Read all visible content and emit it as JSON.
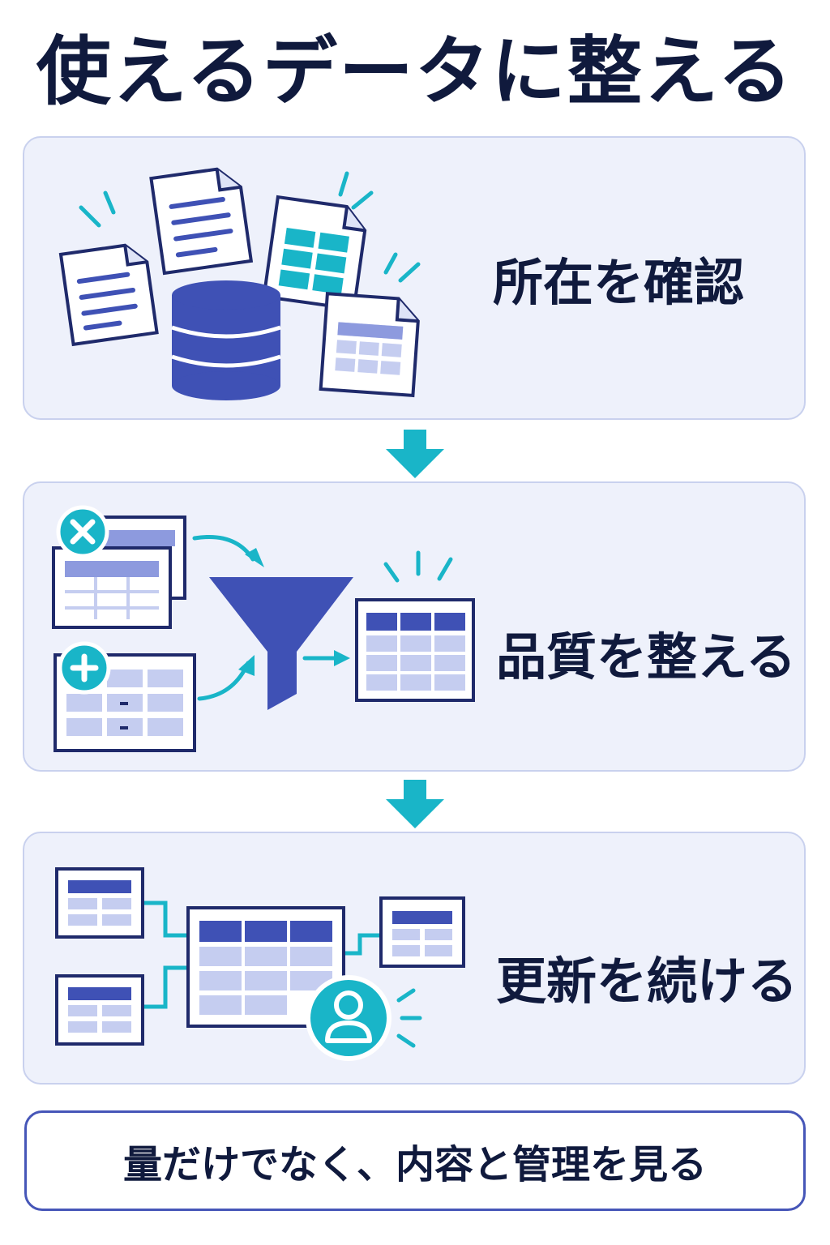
{
  "title": "使えるデータに整える",
  "steps": [
    {
      "label": "所在を確認"
    },
    {
      "label": "品質を整える"
    },
    {
      "label": "更新を続ける"
    }
  ],
  "summary": "量だけでなく、内容と管理を見る",
  "colors": {
    "navy": "#101a3d",
    "indigo": "#3f51b5",
    "teal": "#19b5c8",
    "light_blue": "#c5cdf0",
    "panel_bg": "#eef1fb"
  },
  "icons": [
    "document-icon",
    "database-icon",
    "spreadsheet-icon",
    "table-icon",
    "remove-icon",
    "add-icon",
    "filter-funnel-icon",
    "user-icon",
    "arrow-down-icon"
  ]
}
